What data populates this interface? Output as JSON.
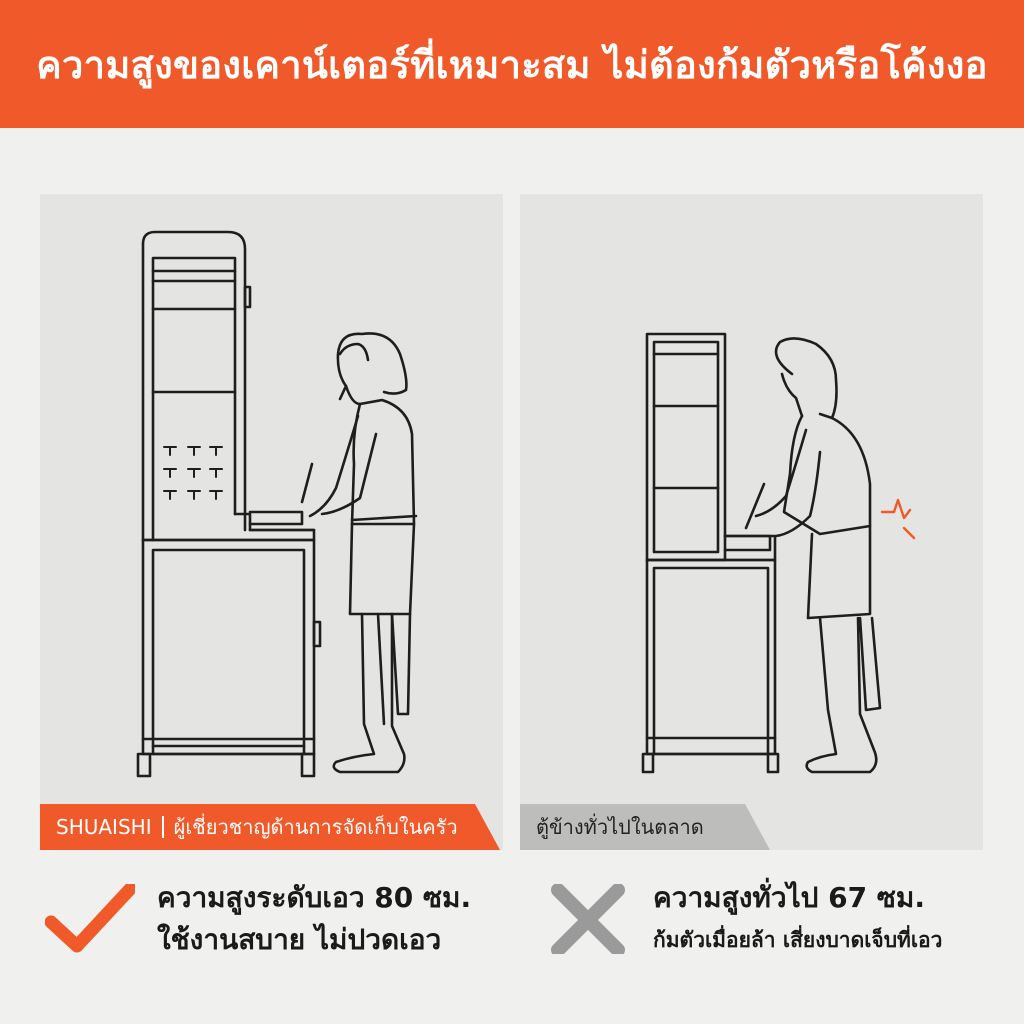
{
  "header": {
    "title": "ความสูงของเคาน์เตอร์ที่เหมาะสม ไม่ต้องก้มตัวหรือโค้งงอ"
  },
  "left_panel": {
    "brand": "SHUAISHI",
    "tag": "ผู้เชี่ยวชาญด้านการจัดเก็บในครัว"
  },
  "right_panel": {
    "tag": "ตู้ข้างทั่วไปในตลาด"
  },
  "bottom_left": {
    "line1": "ความสูงระดับเอว 80 ซม.",
    "line2": "ใช้งานสบาย ไม่ปวดเอว",
    "icon": "check-icon"
  },
  "bottom_right": {
    "line1": "ความสูงทั่วไป 67 ซม.",
    "line2": "ก้มตัวเมื่อยล้า เสี่ยงบาดเจ็บที่เอว",
    "icon": "cross-icon"
  },
  "colors": {
    "accent": "#f0592a",
    "background": "#f0f0ef",
    "panel": "#e4e4e2",
    "gray_tag": "#bdbdbb",
    "cross": "#9a9a9a"
  }
}
